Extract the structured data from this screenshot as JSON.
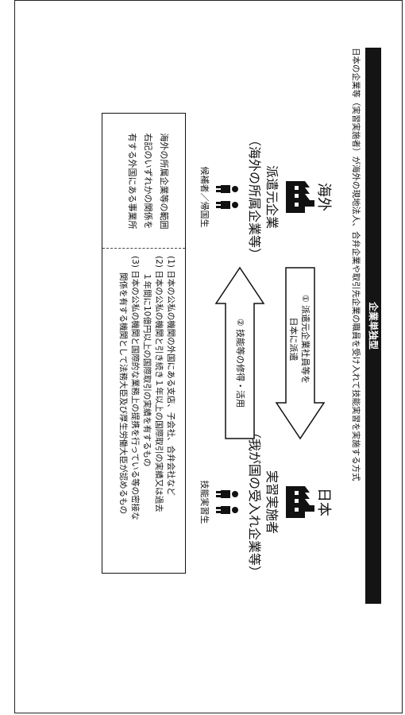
{
  "title": "企業単独型",
  "intro": "日本の企業等（実習実施者）が海外の現地法人、合弁企業や取引先企業の職員を受け入れて技能実習を実施する方式",
  "left": {
    "country": "海外",
    "org_name": "派遣元企業",
    "org_sub": "（海外の所属企業等）",
    "people_label": "候補者／帰国生"
  },
  "right": {
    "country": "日本",
    "org_name": "実習実施者",
    "org_sub": "（我が国の受入れ企業等）",
    "people_label": "技能実習生"
  },
  "arrows": {
    "dispatch_line1": "① 派遣元企業社員等を",
    "dispatch_line2": "日本に派遣",
    "return": "② 技能等の修得・活用"
  },
  "scope_box": {
    "heading": "海外の所属企業等の範囲",
    "body_line1": "右記のいずれかの関係を",
    "body_line2": "有する外国にある事業所"
  },
  "definitions": [
    "(1) 日本の公私の機関の外国にある支店、子会社、合弁会社など",
    "(2) 日本の公私の機関と引き続き１年以上の国際取引の実績又は過去",
    "　　１年間に10億円以上の国際取引の実績を有するもの",
    "(3) 日本の公私の機関と国際的な業務上の提携を行っている等の密接な",
    "　　関係を有する機関として法務大臣及び厚生労働大臣が認めるもの"
  ]
}
